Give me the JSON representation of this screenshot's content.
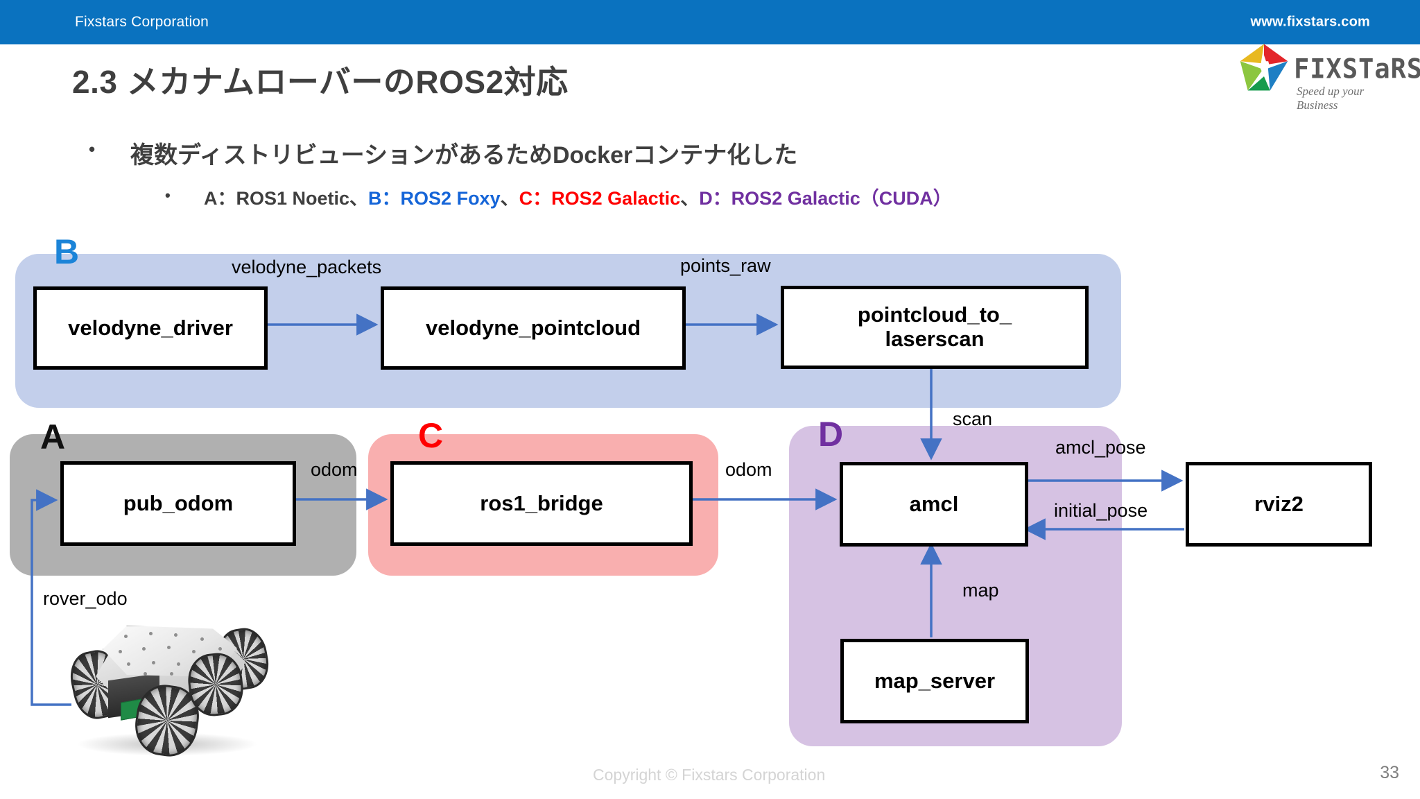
{
  "header": {
    "corporation": "Fixstars Corporation",
    "website": "www.fixstars.com",
    "bar_color": "#0A72BF"
  },
  "logo": {
    "wordmark": "FIXSTaRS",
    "registered": "®",
    "tagline": "Speed up your Business",
    "star_colors": [
      "#E8B920",
      "#E3262A",
      "#1E7FC4",
      "#169B4E",
      "#8CC63F"
    ]
  },
  "title": "2.3 メカナムローバーのROS2対応",
  "bullets": {
    "marker": "•",
    "level1": "複数ディストリビューションがあるためDockerコンテナ化した",
    "level2_parts": [
      {
        "text": "A：ROS1 Noetic",
        "color": "#3F3F3F"
      },
      {
        "text": "、",
        "color": "#3F3F3F"
      },
      {
        "text": "B：ROS2 Foxy",
        "color": "#1565D8"
      },
      {
        "text": "、",
        "color": "#3F3F3F"
      },
      {
        "text": "C：ROS2 Galactic",
        "color": "#FF0000"
      },
      {
        "text": "、",
        "color": "#3F3F3F"
      },
      {
        "text": "D：ROS2 Galactic（CUDA）",
        "color": "#7030A0"
      }
    ]
  },
  "diagram": {
    "groups": [
      {
        "id": "B",
        "label": "B",
        "color": "#C3CFEB",
        "label_color": "#1B84D8"
      },
      {
        "id": "A",
        "label": "A",
        "color": "#B0B0B0",
        "label_color": "#111111"
      },
      {
        "id": "C",
        "label": "C",
        "color": "#F9AFAF",
        "label_color": "#FF0000"
      },
      {
        "id": "D",
        "label": "D",
        "color": "#D6C2E3",
        "label_color": "#7030A0"
      }
    ],
    "nodes": [
      {
        "id": "velodyne_driver",
        "label": "velodyne_driver",
        "group": "B"
      },
      {
        "id": "velodyne_pointcloud",
        "label": "velodyne_pointcloud",
        "group": "B"
      },
      {
        "id": "pointcloud_to_laserscan",
        "label": "pointcloud_to_\nlaserscan",
        "line1": "pointcloud_to_",
        "line2": "laserscan",
        "group": "B"
      },
      {
        "id": "pub_odom",
        "label": "pub_odom",
        "group": "A"
      },
      {
        "id": "ros1_bridge",
        "label": "ros1_bridge",
        "group": "C"
      },
      {
        "id": "amcl",
        "label": "amcl",
        "group": "D"
      },
      {
        "id": "rviz2",
        "label": "rviz2",
        "group": "none"
      },
      {
        "id": "map_server",
        "label": "map_server",
        "group": "D"
      }
    ],
    "edges": [
      {
        "from": "velodyne_driver",
        "to": "velodyne_pointcloud",
        "label": "velodyne_packets"
      },
      {
        "from": "velodyne_pointcloud",
        "to": "pointcloud_to_laserscan",
        "label": "points_raw"
      },
      {
        "from": "pointcloud_to_laserscan",
        "to": "amcl",
        "label": "scan"
      },
      {
        "from": "pub_odom",
        "to": "ros1_bridge",
        "label": "odom"
      },
      {
        "from": "ros1_bridge",
        "to": "amcl",
        "label": "odom"
      },
      {
        "from": "amcl",
        "to": "rviz2",
        "label": "amcl_pose"
      },
      {
        "from": "rviz2",
        "to": "amcl",
        "label": "initial_pose"
      },
      {
        "from": "map_server",
        "to": "amcl",
        "label": "map"
      },
      {
        "from": "rover",
        "to": "pub_odom",
        "label": "rover_odo"
      }
    ],
    "arrow_color": "#4472C4",
    "robot_photo_alt": "mecanum-wheel rover"
  },
  "footer": {
    "copyright": "Copyright © Fixstars Corporation",
    "page_number": "33"
  }
}
